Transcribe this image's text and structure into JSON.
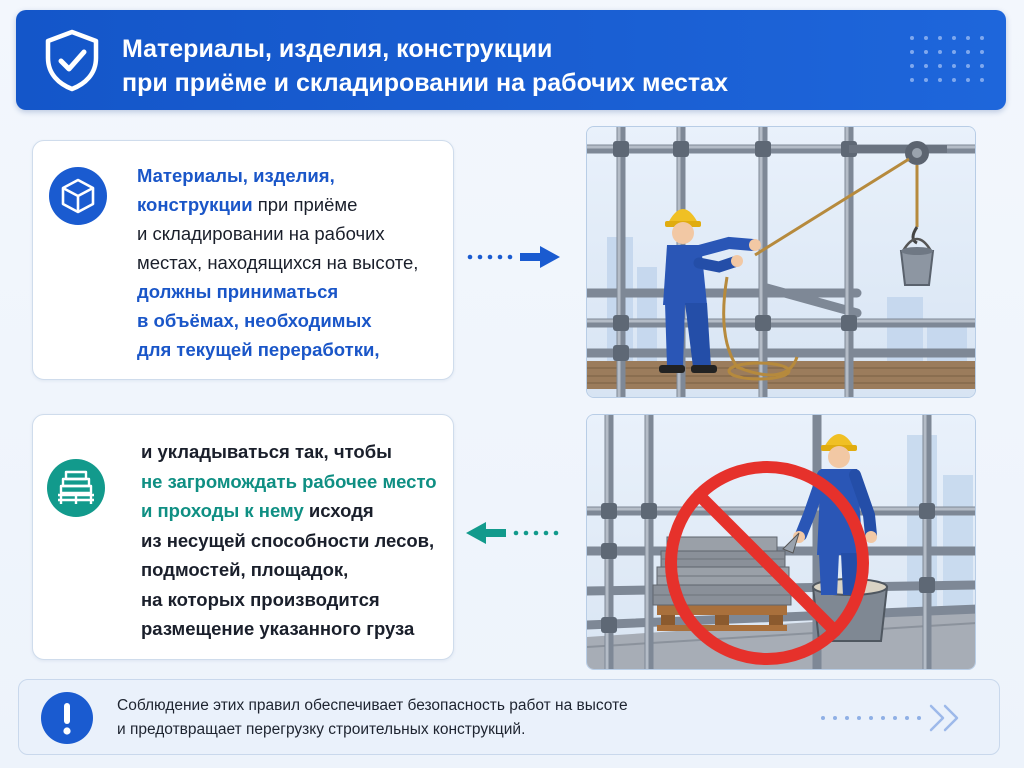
{
  "header": {
    "title_line1": "Материалы, изделия, конструкции",
    "title_line2": "при приёме и складировании на рабочих местах",
    "icon": "shield-check-icon"
  },
  "card1": {
    "icon": "box-icon",
    "line1": "Материалы, изделия,",
    "line2_bold": "конструкции",
    "line2_rest": " при приёме",
    "line3": "и складировании на рабочих",
    "line4": "местах, находящихся на высоте,",
    "line5": "должны приниматься",
    "line6": "в объёмах, необходимых",
    "line7": "для текущей переработки,"
  },
  "card2": {
    "icon": "pallet-stack-icon",
    "line1": "и укладываться так, чтобы",
    "line2": "не загромождать рабочее место",
    "line3_bold": "и проходы к нему",
    "line3_rest": " исходя",
    "line4": "из несущей способности лесов,",
    "line5": "подмостей, площадок,",
    "line6": "на которых производится",
    "line7": "размещение указанного груза"
  },
  "scenes": {
    "top": "worker-hoisting-bucket-illustration",
    "bottom": "overloaded-scaffold-prohibited-illustration"
  },
  "footer": {
    "icon": "exclamation-icon",
    "line1": "Соблюдение этих правил обеспечивает безопасность работ на высоте",
    "line2": "и предотвращает перегрузку строительных конструкций."
  },
  "colors": {
    "primary_blue": "#1a5bd0",
    "teal": "#129a8c",
    "prohibit_red": "#e6312b"
  }
}
